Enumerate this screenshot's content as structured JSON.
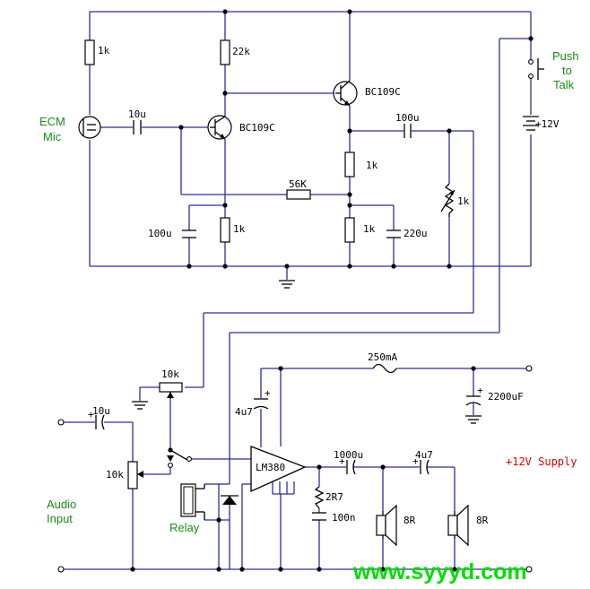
{
  "labels": {
    "ecm_mic_1": "ECM",
    "ecm_mic_2": "Mic",
    "push_to_talk_1": "Push",
    "push_to_talk_2": "to",
    "push_to_talk_3": "Talk",
    "audio_input_1": "Audio",
    "audio_input_2": "Input",
    "relay": "Relay",
    "supply": "+12V Supply"
  },
  "components": {
    "r_1k_left": "1k",
    "r_22k": "22k",
    "q1": "BC109C",
    "q2": "BC109C",
    "c_10u_mic": "10u",
    "c_100u_out": "100u",
    "r_1k_q2_c": "1k",
    "r_56k": "56K",
    "r_1k_pot": "1k",
    "c_100u_bypass": "100u",
    "r_1k_q1_e": "1k",
    "r_1k_q2_e": "1k",
    "c_220u": "220u",
    "battery": "+12V",
    "pot_10k_vol": "10k",
    "fuse": "250mA",
    "c_2200uf": "2200uF",
    "c_4u7_supply": "4u7",
    "c_10u_in": "10u",
    "pot_10k_in": "10k",
    "amp": "LM380",
    "c_1000u": "1000u",
    "c_4u7_out": "4u7",
    "r_2r7": "2R7",
    "c_100n": "100n",
    "spk1": "8R",
    "spk2": "8R"
  },
  "watermark": "www.syyyd.com"
}
